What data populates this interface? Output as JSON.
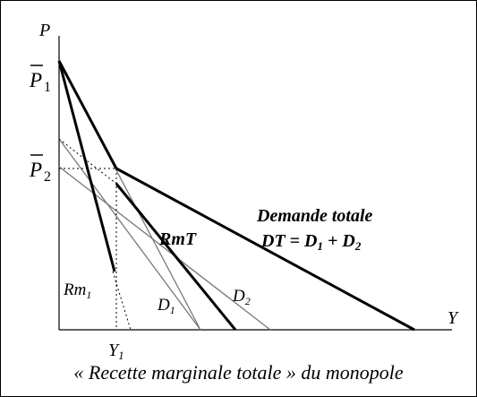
{
  "axes": {
    "y_label": "P",
    "x_label": "Y"
  },
  "price_labels": {
    "p1": "P",
    "p1_sub": "1",
    "p2": "P",
    "p2_sub": "2"
  },
  "quantity_label": {
    "base": "Y",
    "sub": "1"
  },
  "curves": {
    "rm1": {
      "base": "Rm",
      "sub": "1"
    },
    "rmt": "RmT",
    "d1": {
      "base": "D",
      "sub": "1"
    },
    "d2": {
      "base": "D",
      "sub": "2"
    }
  },
  "demand_total": {
    "line1": "Demande totale",
    "line2_prefix": "DT = D",
    "line2_sub1": "1",
    "line2_mid": " + D",
    "line2_sub2": "2"
  },
  "caption": "« Recette marginale totale » du monopole",
  "colors": {
    "line": "#000000",
    "thin_line": "#777777"
  }
}
